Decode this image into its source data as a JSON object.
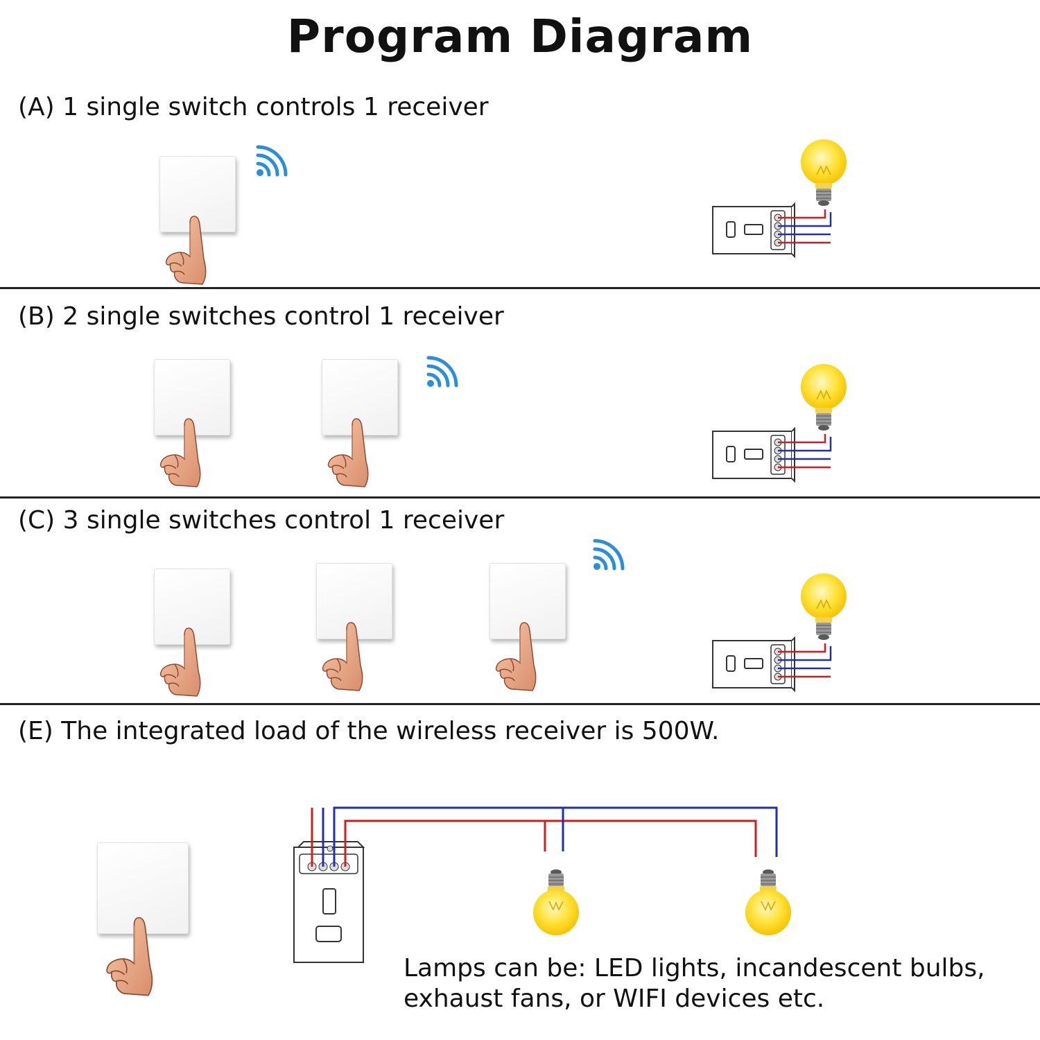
{
  "title": "Program Diagram",
  "sections": [
    {
      "label": "(A) 1 single switch controls 1 receiver",
      "switches": 1
    },
    {
      "label": "(B) 2 single switches control 1 receiver",
      "switches": 2
    },
    {
      "label": "(C) 3 single switches control 1 receiver",
      "switches": 3
    },
    {
      "label": "(E) The integrated load of the wireless receiver is 500W.",
      "switches": 1
    }
  ],
  "note": {
    "line1": "Lamps can be: LED lights, incandescent bulbs,",
    "line2": "exhaust fans, or WIFI devices etc."
  },
  "icons": {
    "signal": "wifi-signal-icon",
    "bulb": "light-bulb-icon",
    "hand": "pointing-hand-icon",
    "receiver": "wireless-receiver-icon"
  },
  "colors": {
    "signal": "#2a8fd8",
    "live_wire": "#d01c1c",
    "neutral_wire": "#1f2fb0",
    "bulb_glow": "#ffd21f"
  }
}
